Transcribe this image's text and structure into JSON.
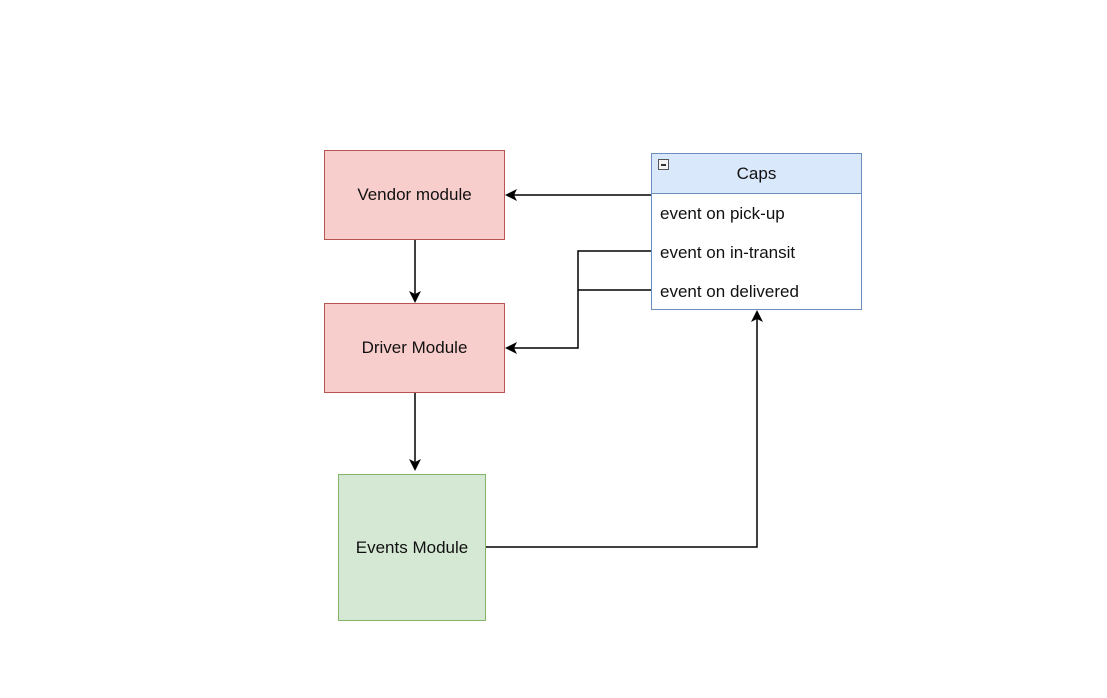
{
  "nodes": {
    "vendor": {
      "label": "Vendor module"
    },
    "driver": {
      "label": "Driver Module"
    },
    "events": {
      "label": "Events Module"
    }
  },
  "caps": {
    "title": "Caps",
    "rows": [
      "event on pick-up",
      "event on in-transit",
      "event on delivered"
    ]
  },
  "colors": {
    "module_fill": "#f8cecc",
    "module_stroke": "#b85450",
    "events_fill": "#d5e8d4",
    "events_stroke": "#82b366",
    "caps_header_fill": "#dae8fc",
    "caps_stroke": "#6c8ebf"
  },
  "edges": [
    {
      "from": "event on pick-up",
      "to": "Vendor module"
    },
    {
      "from": "Vendor module",
      "to": "Driver Module"
    },
    {
      "from": "event on in-transit",
      "to": "Driver Module"
    },
    {
      "from": "event on delivered",
      "to": "Driver Module"
    },
    {
      "from": "Driver Module",
      "to": "Events Module"
    },
    {
      "from": "Events Module",
      "to": "Caps"
    }
  ]
}
